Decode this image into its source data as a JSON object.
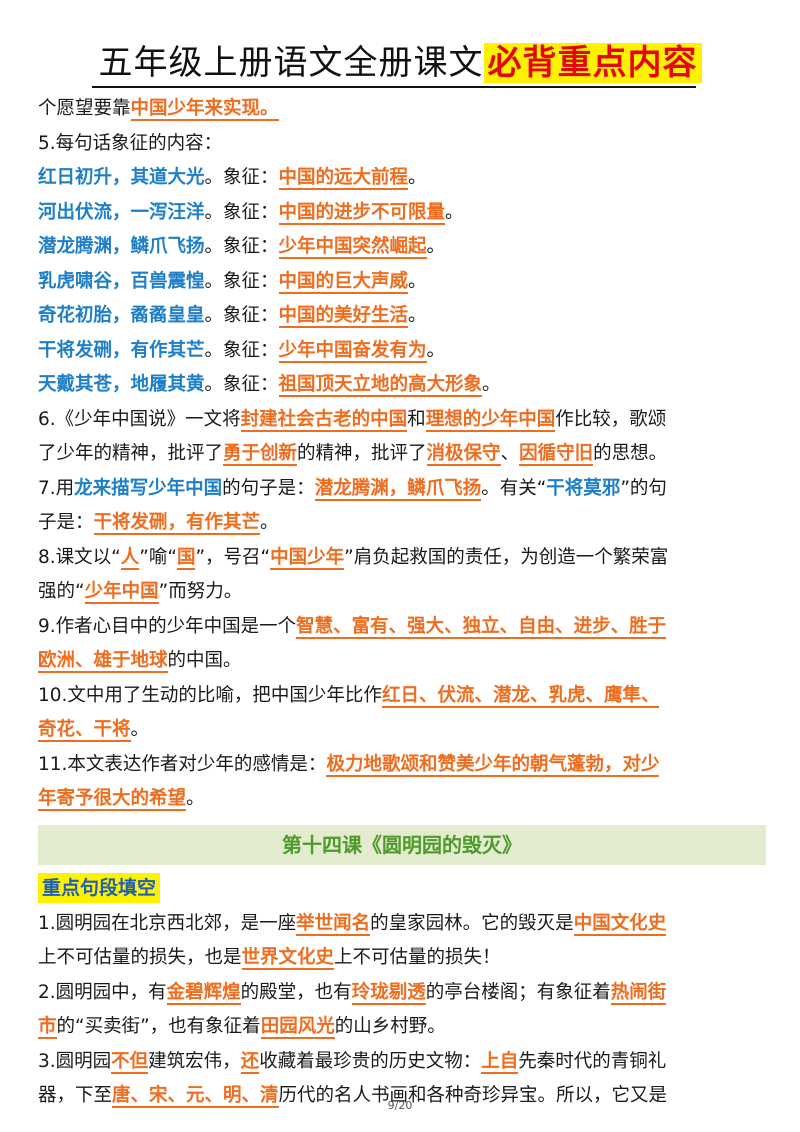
{
  "header": {
    "title_plain": "五年级上册语文全册课文",
    "title_highlight": "必背重点内容"
  },
  "lines": [
    [
      {
        "t": "个愿望要靠",
        "s": "p"
      },
      {
        "t": "中国少年来实现。",
        "s": "k"
      }
    ],
    [
      {
        "t": "5.每句话象征的内容：",
        "s": "p"
      }
    ],
    [
      {
        "t": "红日初升，其道大光",
        "s": "b"
      },
      {
        "t": "。象征：",
        "s": "p"
      },
      {
        "t": "中国的远大前程",
        "s": "k"
      },
      {
        "t": "。",
        "s": "p"
      }
    ],
    [
      {
        "t": "河出伏流，一泻汪洋",
        "s": "b"
      },
      {
        "t": "。象征：",
        "s": "p"
      },
      {
        "t": "中国的进步不可限量",
        "s": "k"
      },
      {
        "t": "。",
        "s": "p"
      }
    ],
    [
      {
        "t": "潜龙腾渊，鳞爪飞扬",
        "s": "b"
      },
      {
        "t": "。象征：",
        "s": "p"
      },
      {
        "t": "少年中国突然崛起",
        "s": "k"
      },
      {
        "t": "。",
        "s": "p"
      }
    ],
    [
      {
        "t": "乳虎啸谷，百兽震惶",
        "s": "b"
      },
      {
        "t": "。象征：",
        "s": "p"
      },
      {
        "t": "中国的巨大声威",
        "s": "k"
      },
      {
        "t": "。",
        "s": "p"
      }
    ],
    [
      {
        "t": "奇花初胎，矞矞皇皇",
        "s": "b"
      },
      {
        "t": "。象征：",
        "s": "p"
      },
      {
        "t": "中国的美好生活",
        "s": "k"
      },
      {
        "t": "。",
        "s": "p"
      }
    ],
    [
      {
        "t": "干将发硎，有作其芒",
        "s": "b"
      },
      {
        "t": "。象征：",
        "s": "p"
      },
      {
        "t": "少年中国奋发有为",
        "s": "k"
      },
      {
        "t": "。",
        "s": "p"
      }
    ],
    [
      {
        "t": "天戴其苍，地履其黄",
        "s": "b"
      },
      {
        "t": "。象征：",
        "s": "p"
      },
      {
        "t": "祖国顶天立地的高大形象",
        "s": "k"
      },
      {
        "t": "。",
        "s": "p"
      }
    ],
    [
      {
        "t": "6.《少年中国说》一文将",
        "s": "p"
      },
      {
        "t": "封建社会古老的中国",
        "s": "k"
      },
      {
        "t": "和",
        "s": "p"
      },
      {
        "t": "理想的少年中国",
        "s": "k"
      },
      {
        "t": "作比较，歌颂",
        "s": "p"
      }
    ],
    [
      {
        "t": "了少年的精神，批评了",
        "s": "p"
      },
      {
        "t": "勇于创新",
        "s": "k"
      },
      {
        "t": "的精神，批评了",
        "s": "p"
      },
      {
        "t": "消极保守",
        "s": "k"
      },
      {
        "t": "、",
        "s": "p"
      },
      {
        "t": "因循守旧",
        "s": "k"
      },
      {
        "t": "的思想。",
        "s": "p"
      }
    ],
    [
      {
        "t": "7.用",
        "s": "p"
      },
      {
        "t": "龙来描写少年中国",
        "s": "b"
      },
      {
        "t": "的句子是：",
        "s": "p"
      },
      {
        "t": "潜龙腾渊，鳞爪飞扬",
        "s": "k"
      },
      {
        "t": "。有关“",
        "s": "p"
      },
      {
        "t": "干将莫邪",
        "s": "b"
      },
      {
        "t": "”的句",
        "s": "p"
      }
    ],
    [
      {
        "t": "子是：",
        "s": "p"
      },
      {
        "t": "干将发硎，有作其芒",
        "s": "k"
      },
      {
        "t": "。",
        "s": "p"
      }
    ],
    [
      {
        "t": "8.课文以“",
        "s": "p"
      },
      {
        "t": "人",
        "s": "k"
      },
      {
        "t": "”喻“",
        "s": "p"
      },
      {
        "t": "国",
        "s": "k"
      },
      {
        "t": "”，号召“",
        "s": "p"
      },
      {
        "t": "中国少年",
        "s": "k"
      },
      {
        "t": "”肩负起救国的责任，为创造一个繁荣富",
        "s": "p"
      }
    ],
    [
      {
        "t": "强的“",
        "s": "p"
      },
      {
        "t": "少年中国",
        "s": "k"
      },
      {
        "t": "”而努力。",
        "s": "p"
      }
    ],
    [
      {
        "t": "9.作者心目中的少年中国是一个",
        "s": "p"
      },
      {
        "t": "智慧、富有、强大、独立、自由、进步、胜于",
        "s": "k"
      }
    ],
    [
      {
        "t": "欧洲、雄于地球",
        "s": "k"
      },
      {
        "t": "的中国。",
        "s": "p"
      }
    ],
    [
      {
        "t": "10.文中用了生动的比喻，把中国少年比作",
        "s": "p"
      },
      {
        "t": "红日、伏流、潜龙、乳虎、鹰隼、",
        "s": "k"
      }
    ],
    [
      {
        "t": "奇花、干将",
        "s": "k"
      },
      {
        "t": "。",
        "s": "p"
      }
    ],
    [
      {
        "t": "11.本文表达作者对少年的感情是：",
        "s": "p"
      },
      {
        "t": "极力地歌颂和赞美少年的朝气蓬勃，对少",
        "s": "k"
      }
    ],
    [
      {
        "t": "年寄予很大的希望",
        "s": "k"
      },
      {
        "t": "。",
        "s": "p"
      }
    ]
  ],
  "lesson": {
    "title": "第十四课《圆明园的毁灭》",
    "section_tag": "重点句段填空"
  },
  "lines2": [
    [
      {
        "t": "1.圆明园在北京西北郊，是一座",
        "s": "p"
      },
      {
        "t": "举世闻名",
        "s": "k"
      },
      {
        "t": "的皇家园林。它的毁灭是",
        "s": "p"
      },
      {
        "t": "中国文化史",
        "s": "k"
      }
    ],
    [
      {
        "t": "上不可估量的损失，也是",
        "s": "p"
      },
      {
        "t": "世界文化史",
        "s": "k"
      },
      {
        "t": "上不可估量的损失！",
        "s": "p"
      }
    ],
    [
      {
        "t": "2.圆明园中，有",
        "s": "p"
      },
      {
        "t": "金碧辉煌",
        "s": "k"
      },
      {
        "t": "的殿堂，也有",
        "s": "p"
      },
      {
        "t": "玲珑剔透",
        "s": "k"
      },
      {
        "t": "的亭台楼阁；有象征着",
        "s": "p"
      },
      {
        "t": "热闹街",
        "s": "k"
      }
    ],
    [
      {
        "t": "市",
        "s": "k"
      },
      {
        "t": "的“买卖街”，也有象征着",
        "s": "p"
      },
      {
        "t": "田园风光",
        "s": "k"
      },
      {
        "t": "的山乡村野。",
        "s": "p"
      }
    ],
    [
      {
        "t": "3.圆明园",
        "s": "p"
      },
      {
        "t": "不但",
        "s": "k"
      },
      {
        "t": "建筑宏伟，",
        "s": "p"
      },
      {
        "t": "还",
        "s": "k"
      },
      {
        "t": "收藏着最珍贵的历史文物：",
        "s": "p"
      },
      {
        "t": "上自",
        "s": "k"
      },
      {
        "t": "先秦时代的青铜礼",
        "s": "p"
      }
    ],
    [
      {
        "t": "器，下至",
        "s": "p"
      },
      {
        "t": "唐、宋、元、明、清",
        "s": "k"
      },
      {
        "t": "历代的名人书画和各种奇珍异宝。所以，它又是",
        "s": "p"
      }
    ]
  ],
  "footer": {
    "page": "9/20"
  }
}
